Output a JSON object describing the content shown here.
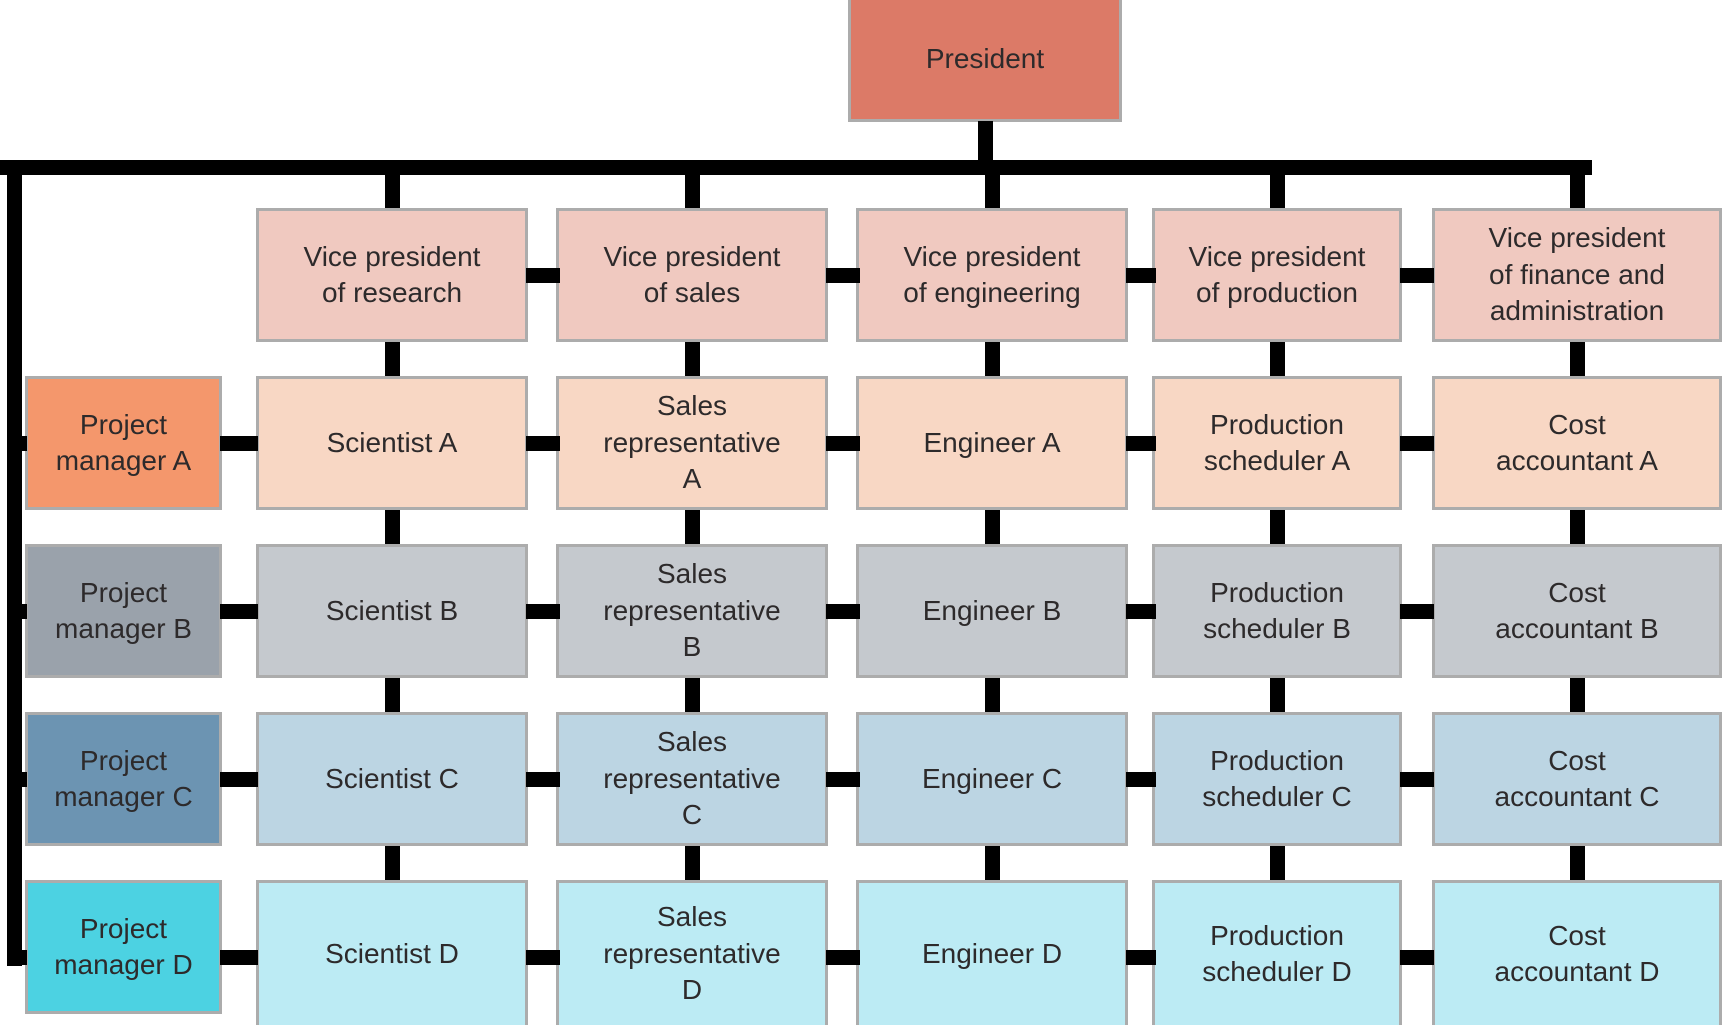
{
  "diagram": {
    "president": {
      "label": "President"
    },
    "vice_presidents": [
      {
        "label": "Vice president\nof research"
      },
      {
        "label": "Vice president\nof sales"
      },
      {
        "label": "Vice president\nof engineering"
      },
      {
        "label": "Vice president\nof production"
      },
      {
        "label": "Vice president\nof finance and\nadministration"
      }
    ],
    "rows": [
      {
        "manager": {
          "label": "Project\nmanager A"
        },
        "cells": [
          {
            "label": "Scientist A"
          },
          {
            "label": "Sales\nrepresentative\nA"
          },
          {
            "label": "Engineer A"
          },
          {
            "label": "Production\nscheduler A"
          },
          {
            "label": "Cost\naccountant A"
          }
        ]
      },
      {
        "manager": {
          "label": "Project\nmanager B"
        },
        "cells": [
          {
            "label": "Scientist B"
          },
          {
            "label": "Sales\nrepresentative\nB"
          },
          {
            "label": "Engineer B"
          },
          {
            "label": "Production\nscheduler B"
          },
          {
            "label": "Cost\naccountant B"
          }
        ]
      },
      {
        "manager": {
          "label": "Project\nmanager C"
        },
        "cells": [
          {
            "label": "Scientist C"
          },
          {
            "label": "Sales\nrepresentative\nC"
          },
          {
            "label": "Engineer C"
          },
          {
            "label": "Production\nscheduler C"
          },
          {
            "label": "Cost\naccountant C"
          }
        ]
      },
      {
        "manager": {
          "label": "Project\nmanager D"
        },
        "cells": [
          {
            "label": "Scientist D"
          },
          {
            "label": "Sales\nrepresentative\nD"
          },
          {
            "label": "Engineer D"
          },
          {
            "label": "Production\nscheduler D"
          },
          {
            "label": "Cost\naccountant D"
          }
        ]
      }
    ],
    "colors": {
      "president_fill": "#dc7a67",
      "vp_fill": "#f0c9c0",
      "manager_fills": [
        "#f4976c",
        "#9aa2ab",
        "#6c94b2",
        "#4cd2e2"
      ],
      "row_fills": [
        "#f8d7c4",
        "#c5c9ce",
        "#bcd5e3",
        "#bcebf4"
      ],
      "box_border": "#acacac",
      "connector": "#000000",
      "text": "#2d2a2b"
    }
  }
}
